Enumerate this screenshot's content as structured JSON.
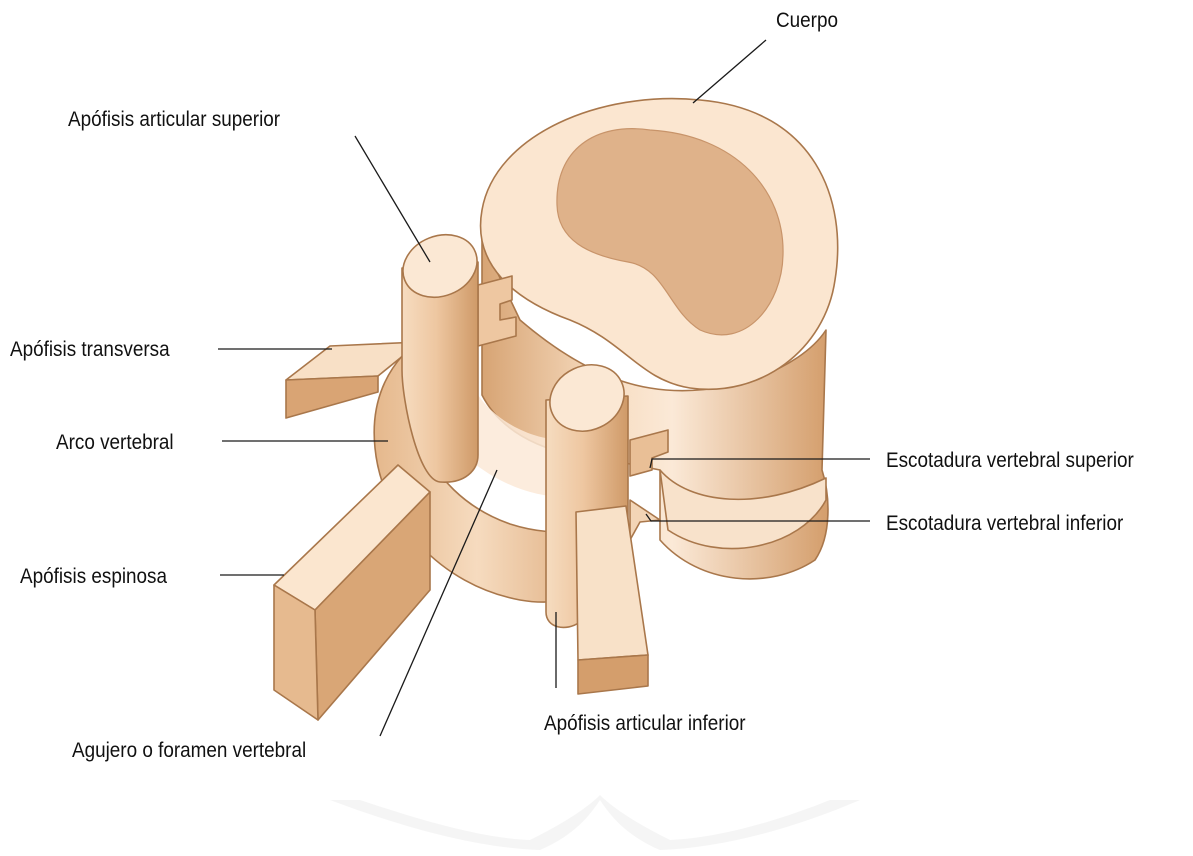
{
  "diagram": {
    "labels": {
      "cuerpo": "Cuerpo",
      "apofisis_articular_superior": "Apófisis articular superior",
      "apofisis_transversa": "Apófisis transversa",
      "arco_vertebral": "Arco vertebral",
      "apofisis_espinosa": "Apófisis espinosa",
      "agujero_foramen_vertebral": "Agujero o foramen vertebral",
      "escotadura_vertebral_superior": "Escotadura vertebral superior",
      "escotadura_vertebral_inferior": "Escotadura vertebral inferior",
      "apofisis_articular_inferior": "Apófisis articular inferior"
    },
    "colors": {
      "bone_light": "#fbe7d3",
      "bone_mid": "#efc9a4",
      "bone_dark": "#d9a676",
      "bone_deep": "#c58f5f",
      "outline": "#a9774b",
      "label_text": "#111111",
      "leader_line": "#1a1a1a",
      "watermark": "#f0f0f0"
    }
  }
}
